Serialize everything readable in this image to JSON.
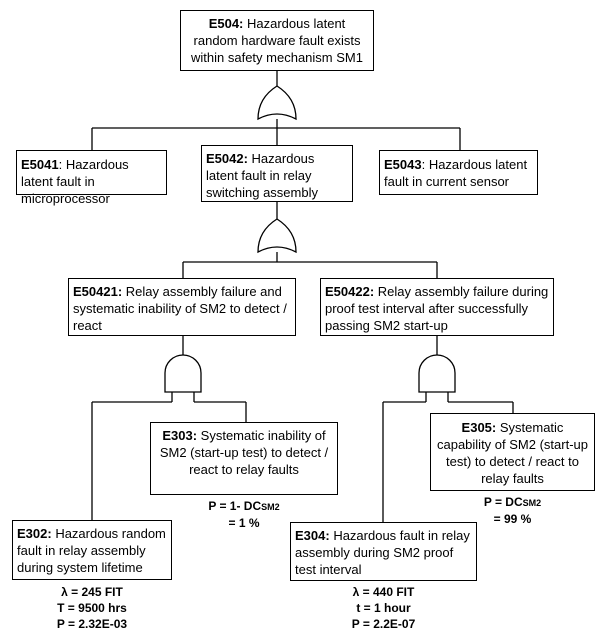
{
  "events": {
    "E504": {
      "id": "E504:",
      "text": " Hazardous latent random hardware fault exists within safety mechanism SM1"
    },
    "E5041": {
      "id": "E5041",
      "text": ": Hazardous latent fault in microprocessor"
    },
    "E5042": {
      "id": "E5042:",
      "text": " Hazardous latent fault in relay switching assembly"
    },
    "E5043": {
      "id": "E5043",
      "text": ": Hazardous latent fault in current sensor"
    },
    "E50421": {
      "id": "E50421:",
      "text": " Relay assembly failure and systematic inability of SM2 to detect / react"
    },
    "E50422": {
      "id": "E50422:",
      "text": " Relay assembly failure during proof test interval after successfully passing SM2 start-up"
    },
    "E303": {
      "id": "E303:",
      "text": " Systematic inability of SM2 (start-up test) to detect / react to relay faults"
    },
    "E305": {
      "id": "E305:",
      "text": " Systematic capability of SM2 (start-up test) to detect / react to relay faults"
    },
    "E302": {
      "id": "E302:",
      "text": " Hazardous random fault in relay assembly during system lifetime"
    },
    "E304": {
      "id": "E304:",
      "text": " Hazardous fault in relay assembly during SM2 proof test interval"
    }
  },
  "params": {
    "E303": {
      "p_prefix": "P = 1- DC",
      "p_sub": "SM2",
      "p_value": "= 1 %"
    },
    "E305": {
      "p_prefix": "P = DC",
      "p_sub": "SM2",
      "p_value": "= 99 %"
    },
    "E302": {
      "lambda": "λ = 245 FIT",
      "t": "T = 9500 hrs",
      "p": "P = 2.32E-03"
    },
    "E304": {
      "lambda": "λ = 440 FIT",
      "t": "t = 1 hour",
      "p": "P = 2.2E-07"
    }
  },
  "gates": {
    "top": "OR",
    "mid": "OR",
    "left": "AND",
    "right": "AND"
  }
}
